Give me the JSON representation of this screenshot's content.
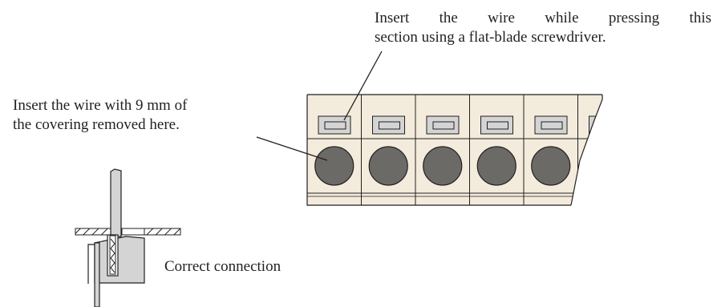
{
  "annotations": {
    "screwdriver_line1": "Insert the wire while pressing this",
    "screwdriver_line2": "section using a flat-blade screwdriver.",
    "strip_line1": "Insert the wire with 9 mm of",
    "strip_line2": "the covering removed here.",
    "correct_connection": "Correct connection"
  },
  "colors": {
    "terminal_body": "#f3ecdc",
    "button_face": "#d4d4d4",
    "wire_hole": "#6c6a66",
    "outline": "#231f20"
  },
  "terminal_block": {
    "visible_terminals": 6
  }
}
